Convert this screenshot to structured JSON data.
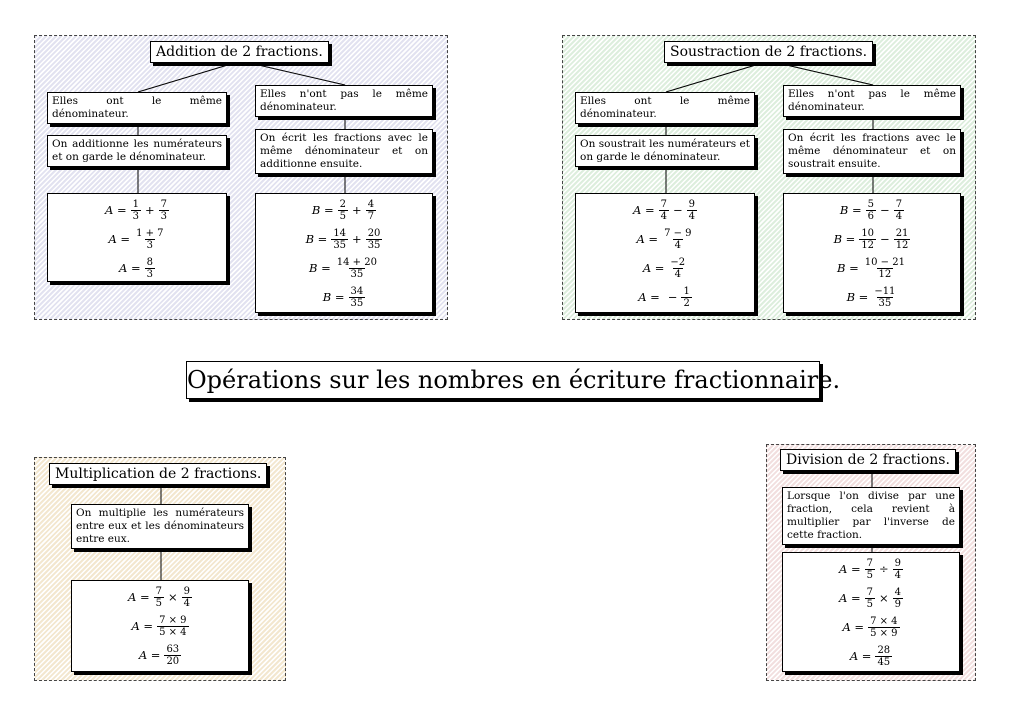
{
  "main_title": "Opérations sur les nombres en écriture fractionnaire.",
  "colors": {
    "addition_bg": "#e2e2f0",
    "subtraction_bg": "#ddeedd",
    "multiplication_bg": "#f3e7cf",
    "division_bg": "#f2dfdf"
  },
  "addition": {
    "title": "Addition de 2 fractions.",
    "same_denominator": {
      "label": "Elles ont le même dénominateur.",
      "rule": "On additionne les numérateurs et on garde le dénominateur.",
      "name": "A",
      "steps": [
        [
          "frac",
          "1",
          "3",
          "+",
          "frac",
          "7",
          "3"
        ],
        [
          "frac",
          "1 + 7",
          "3"
        ],
        [
          "frac",
          "8",
          "3"
        ]
      ]
    },
    "different_denominator": {
      "label": "Elles n'ont pas le même dénominateur.",
      "rule": "On écrit les fractions avec le même dénominateur et on additionne ensuite.",
      "name": "B",
      "steps": [
        [
          "frac",
          "2",
          "5",
          "+",
          "frac",
          "4",
          "7"
        ],
        [
          "frac",
          "14",
          "35",
          "+",
          "frac",
          "20",
          "35"
        ],
        [
          "frac",
          "14 + 20",
          "35"
        ],
        [
          "frac",
          "34",
          "35"
        ]
      ]
    }
  },
  "subtraction": {
    "title": "Soustraction de 2 fractions.",
    "same_denominator": {
      "label": "Elles ont le même dénominateur.",
      "rule": "On soustrait les numérateurs et on garde le dénominateur.",
      "name": "A",
      "steps": [
        [
          "frac",
          "7",
          "4",
          "−",
          "frac",
          "9",
          "4"
        ],
        [
          "frac",
          "7 − 9",
          "4"
        ],
        [
          "frac",
          "−2",
          "4"
        ],
        [
          "−",
          "frac",
          "1",
          "2"
        ]
      ]
    },
    "different_denominator": {
      "label": "Elles n'ont pas le même dénominateur.",
      "rule": "On écrit les fractions avec le même dénominateur et on soustrait ensuite.",
      "name": "B",
      "steps": [
        [
          "frac",
          "5",
          "6",
          "−",
          "frac",
          "7",
          "4"
        ],
        [
          "frac",
          "10",
          "12",
          "−",
          "frac",
          "21",
          "12"
        ],
        [
          "frac",
          "10 − 21",
          "12"
        ],
        [
          "frac",
          "−11",
          "35"
        ]
      ]
    }
  },
  "multiplication": {
    "title": "Multiplication de 2 fractions.",
    "rule": "On multiplie les numérateurs entre eux et les dénominateurs entre eux.",
    "name": "A",
    "steps": [
      [
        "frac",
        "7",
        "5",
        "×",
        "frac",
        "9",
        "4"
      ],
      [
        "frac",
        "7 × 9",
        "5 × 4"
      ],
      [
        "frac",
        "63",
        "20"
      ]
    ]
  },
  "division": {
    "title": "Division de 2 fractions.",
    "rule": "Lorsque l'on divise par une fraction, cela revient à multiplier par l'inverse de cette fraction.",
    "name": "A",
    "steps": [
      [
        "frac",
        "7",
        "5",
        "÷",
        "frac",
        "9",
        "4"
      ],
      [
        "frac",
        "7",
        "5",
        "×",
        "frac",
        "4",
        "9"
      ],
      [
        "frac",
        "7 × 4",
        "5 × 9"
      ],
      [
        "frac",
        "28",
        "45"
      ]
    ]
  }
}
